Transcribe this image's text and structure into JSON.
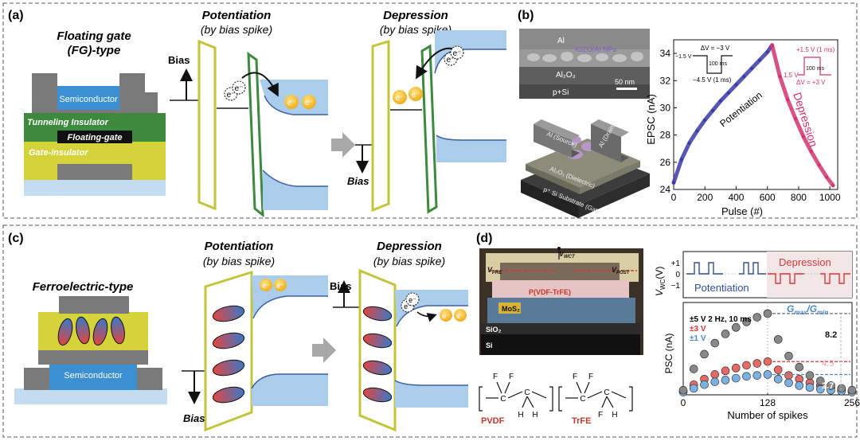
{
  "panel_a": {
    "tag": "(a)",
    "title_line1": "Floating gate",
    "title_line2": "(FG)-type",
    "semiconductor": "Semiconductor",
    "tunneling": "Tunneling Insulator",
    "floating_gate": "Floating-gate",
    "gate_insulator": "Gate-insulator",
    "potentiation": "Potentiation",
    "potentiation_sub": "(by bias spike)",
    "depression": "Depression",
    "depression_sub": "(by bias spike)",
    "bias": "Bias",
    "electron": "e⁻"
  },
  "panel_b": {
    "tag": "(b)",
    "sem_al": "Al",
    "sem_np": "IGZO/Al NPs",
    "sem_al2o3": "Al₂O₃",
    "sem_scale": "50 nm",
    "sem_sub": "p+Si",
    "dev_source": "Al (Source)",
    "dev_drain": "Al (Drain)",
    "dev_diel": "Al₂O₃ (Dielectric)",
    "dev_sub": "p⁺ Si Substrate (Gate)",
    "chart_data": {
      "type": "scatter",
      "xlabel": "Pulse (#)",
      "ylabel": "EPSC (nA)",
      "xlim": [
        0,
        1050
      ],
      "ylim": [
        24,
        35
      ],
      "xticks": [
        0,
        200,
        400,
        600,
        800,
        1000
      ],
      "yticks": [
        24,
        26,
        28,
        30,
        32,
        34
      ],
      "series": [
        {
          "name": "Potentiation",
          "color": "#3b3aa8",
          "x": [
            0,
            50,
            100,
            150,
            200,
            250,
            300,
            350,
            400,
            450,
            500,
            550,
            600,
            630
          ],
          "y": [
            24.5,
            26.2,
            27.4,
            28.3,
            29.1,
            29.8,
            30.5,
            31.1,
            31.7,
            32.3,
            32.9,
            33.5,
            34.1,
            34.6
          ]
        },
        {
          "name": "Depression",
          "color": "#d4336e",
          "x": [
            630,
            680,
            730,
            780,
            830,
            880,
            930,
            980,
            1020
          ],
          "y": [
            34.6,
            32.3,
            30.6,
            29.2,
            27.9,
            26.8,
            25.8,
            24.9,
            24.3
          ]
        }
      ],
      "pulse_pot": {
        "dv": "ΔV = −3 V",
        "base": "−1.5 V",
        "peak": "−4.5 V (1 ms)",
        "width": "100 ms"
      },
      "pulse_dep": {
        "top": "+1.5 V (1 ms)",
        "base": "1.5 V",
        "width": "100 ms",
        "dv": "ΔV = +3 V"
      }
    }
  },
  "panel_c": {
    "tag": "(c)",
    "title": "Ferroelectric-type",
    "semiconductor": "Semiconductor",
    "potentiation": "Potentiation",
    "potentiation_sub": "(by bias spike)",
    "depression": "Depression",
    "depression_sub": "(by bias spike)",
    "bias": "Bias",
    "electron": "e⁻"
  },
  "panel_d": {
    "tag": "(d)",
    "v_wct": "V",
    "v_wct_sub": "WCT",
    "v_pre": "V",
    "v_pre_sub": "PRE",
    "v_post": "V",
    "v_post_sub": "POST",
    "pvdf_trfe": "P(VDF-TrFE)",
    "mos2": "MoS₂",
    "sio2": "SiO₂",
    "si": "Si",
    "pvdf": "PVDF",
    "trfe": "TrFE",
    "atom_f": "F",
    "atom_c": "C",
    "atom_h": "H",
    "pulse_chart": {
      "ylabel": "V",
      "ylabel_sub": "WC",
      "ylabel_unit": "(V)",
      "yticks": [
        "+1",
        "0",
        "−1"
      ],
      "potentiation": "Potentiation",
      "depression": "Depression",
      "pot_color": "#2d4f9e",
      "dep_color": "#d9343a"
    },
    "chart_data": {
      "type": "scatter",
      "xlabel": "Number of spikes",
      "ylabel": "PSC (nA)",
      "xlim": [
        0,
        256
      ],
      "xticks": [
        0,
        128,
        256
      ],
      "legend_title": "±5 V 2 Hz, 10 ms",
      "ratio_label": "G",
      "ratio_max": "max",
      "ratio_min": "min",
      "ratio_slash": "/",
      "series": [
        {
          "name": "±3 V",
          "color": "#d9343a",
          "ratio": "4.5",
          "x": [
            0,
            16,
            32,
            48,
            64,
            80,
            96,
            112,
            128,
            144,
            160,
            176,
            192,
            208,
            224,
            240,
            256
          ],
          "y": [
            0.04,
            0.11,
            0.17,
            0.22,
            0.26,
            0.29,
            0.32,
            0.34,
            0.36,
            0.27,
            0.21,
            0.17,
            0.13,
            0.1,
            0.07,
            0.05,
            0.04
          ]
        },
        {
          "name": "±1 V",
          "color": "#4a8ac9",
          "ratio": "2.7",
          "x": [
            0,
            16,
            32,
            48,
            64,
            80,
            96,
            112,
            128,
            144,
            160,
            176,
            192,
            208,
            224,
            240,
            256
          ],
          "y": [
            0.03,
            0.07,
            0.11,
            0.14,
            0.16,
            0.18,
            0.2,
            0.21,
            0.22,
            0.17,
            0.13,
            0.1,
            0.08,
            0.06,
            0.05,
            0.04,
            0.03
          ]
        },
        {
          "name": "±5 V",
          "color": "#555555",
          "ratio": "8.2",
          "x": [
            0,
            16,
            32,
            48,
            64,
            80,
            96,
            112,
            128,
            144,
            160,
            176,
            192,
            208,
            224,
            240,
            256
          ],
          "y": [
            0.05,
            0.28,
            0.44,
            0.56,
            0.66,
            0.73,
            0.79,
            0.84,
            0.88,
            0.6,
            0.42,
            0.3,
            0.21,
            0.15,
            0.1,
            0.07,
            0.05
          ]
        }
      ]
    }
  }
}
